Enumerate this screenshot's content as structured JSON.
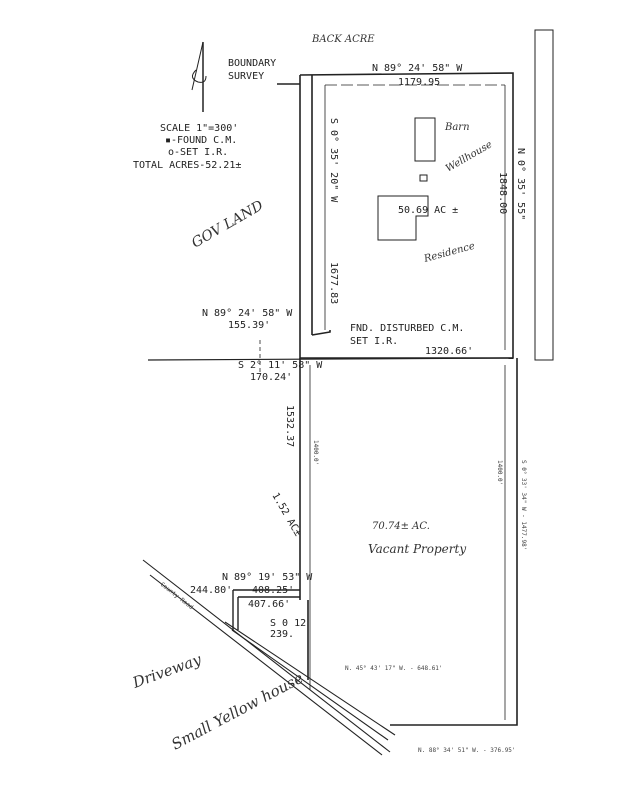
{
  "title": "BOUNDARY SURVEY",
  "title_line1": "BOUNDARY",
  "title_line2": "SURVEY",
  "top_note": "BACK ACRE",
  "legend": {
    "scale": "SCALE 1\"=300'",
    "found": "▪-FOUND C.M.",
    "set": "o-SET I.R.",
    "total": "TOTAL ACRES-52.21±"
  },
  "north_parcel": {
    "top_bearing": "N 89° 24' 58\" W",
    "top_distance": "1179.95",
    "left_bearing": "S 0° 35' 20\" W",
    "left_distance": "1677.83",
    "right_bearing": "N 0° 35' 55\"",
    "right_distance": "1848.00",
    "area": "50.69 AC ±",
    "barn": "Barn",
    "wellhouse": "Wellhouse",
    "residence": "Residence",
    "bottom_distance": "1320.66'"
  },
  "gov_land": "GOV LAND",
  "west_call": {
    "bearing": "N 89° 24' 58\" W",
    "distance": "155.39'"
  },
  "monument_note": {
    "line1": "FND. DISTURBED C.M.",
    "line2": "SET I.R."
  },
  "south_call": {
    "bearing": "S 2° 11' 58\" W",
    "distance": "170.24'"
  },
  "south_parcel": {
    "left_distance": "1532.37",
    "easement": "1.52 AC±",
    "area": "70.74± AC.",
    "label": "Vacant Property",
    "inner_left": "1400.0'",
    "inner_right": "1400.0'",
    "right_call": "S 0° 33' 34\" W - 1477.98'",
    "diag_call": "N. 45° 43' 17\" W. - 648.61'",
    "bottom_call": "N. 88° 34' 51\" W. - 376.95'"
  },
  "small_parcel": {
    "bearing": "N 89° 19' 53\" W",
    "d1": "244.80'",
    "d2": "408.25'",
    "d3": "407.66'",
    "side_bearing": "S 0 12",
    "side_distance": "239."
  },
  "road": "County Road",
  "driveway": "Driveway",
  "small_house": "Small Yellow house"
}
